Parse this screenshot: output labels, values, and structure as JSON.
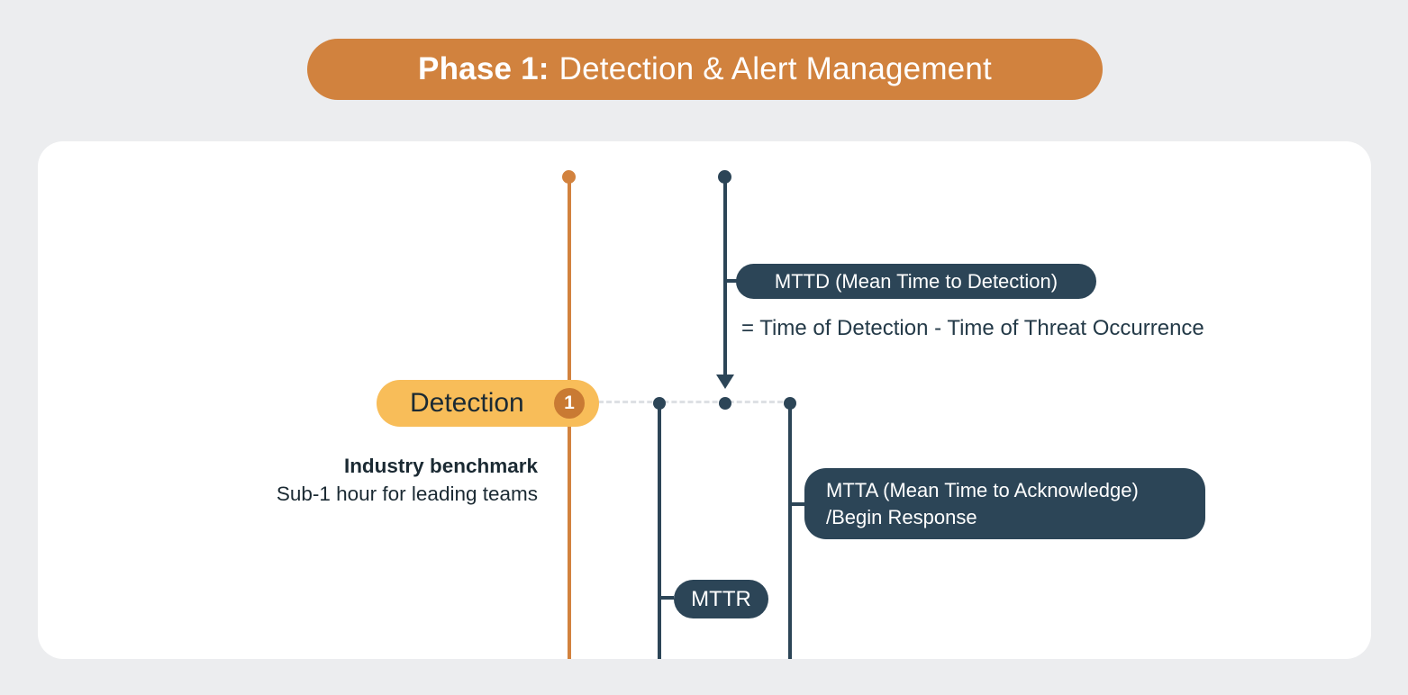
{
  "banner": {
    "phase_label": "Phase 1:",
    "title": "Detection & Alert Management"
  },
  "detection": {
    "label": "Detection",
    "step_number": "1",
    "benchmark_title": "Industry benchmark",
    "benchmark_subtitle": "Sub-1 hour for leading teams"
  },
  "metrics": {
    "mttd": {
      "label": "MTTD (Mean Time to Detection)",
      "formula": "= Time of Detection - Time of Threat Occurrence"
    },
    "mtta": {
      "label_line1": "MTTA (Mean Time to Acknowledge)",
      "label_line2": "/Begin Response"
    },
    "mttr": {
      "label": "MTTR"
    }
  },
  "colors": {
    "accent_orange": "#D1823E",
    "timeline_orange": "#D2823E",
    "highlight_yellow": "#F8BD59",
    "badge_orange": "#C97A33",
    "navy": "#2C4557",
    "formula_text": "#243A48",
    "background": "#ECEDEF",
    "card": "#FFFFFF",
    "dashed_connector": "#DDE0E4"
  }
}
